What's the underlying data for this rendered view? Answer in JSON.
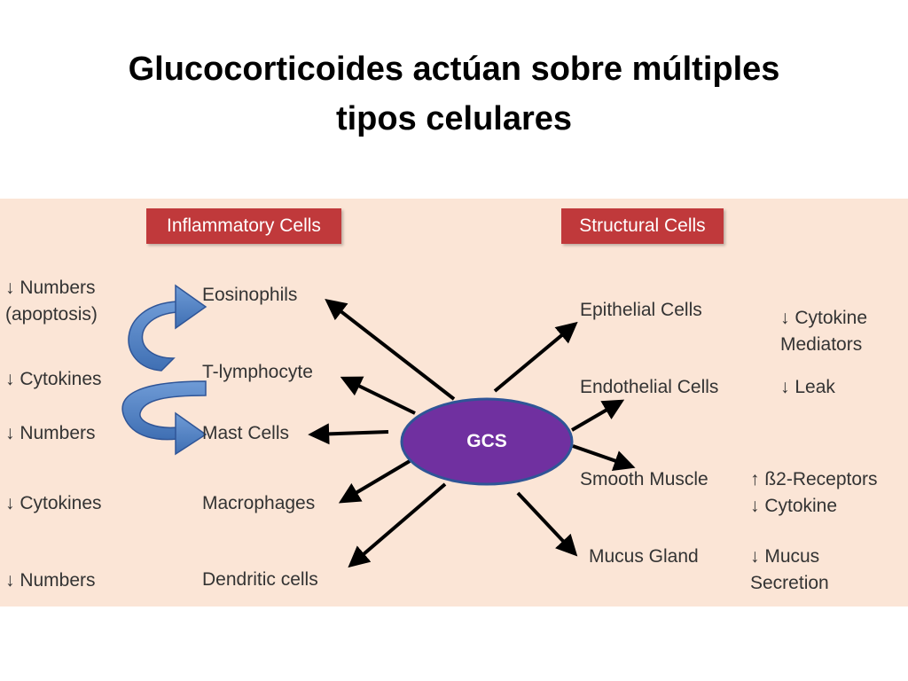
{
  "title": {
    "line1": "Glucocorticoides actúan sobre múltiples",
    "line2": "tipos celulares"
  },
  "headers": {
    "inflammatory": "Inflammatory Cells",
    "structural": "Structural Cells"
  },
  "hub": {
    "label": "GCS"
  },
  "inflammatory_cells": [
    {
      "name": "Eosinophils"
    },
    {
      "name": "T-lymphocyte"
    },
    {
      "name": "Mast Cells"
    },
    {
      "name": "Macrophages"
    },
    {
      "name": "Dendritic cells"
    }
  ],
  "inflammatory_effects": [
    {
      "line1": "↓ Numbers",
      "line2": "(apoptosis)"
    },
    {
      "line1": "↓ Cytokines"
    },
    {
      "line1": "↓ Numbers"
    },
    {
      "line1": "↓ Cytokines"
    },
    {
      "line1": "↓ Numbers"
    }
  ],
  "structural_cells": [
    {
      "name": "Epithelial Cells"
    },
    {
      "name": "Endothelial Cells"
    },
    {
      "name": "Smooth Muscle"
    },
    {
      "name": "Mucus Gland"
    }
  ],
  "structural_effects": [
    {
      "line1": "↓ Cytokine",
      "line2": "Mediators"
    },
    {
      "line1": "↓ Leak"
    },
    {
      "line1": "↑ ß2-Receptors",
      "line2": "↓ Cytokine"
    },
    {
      "line1": "↓ Mucus",
      "line2": "Secretion"
    }
  ],
  "colors": {
    "panel": "#fbe5d6",
    "header": "#c0393b",
    "hub_fill": "#7030a0",
    "hub_stroke": "#2f5597",
    "curved_arrow": "#4a7fc1",
    "arrow": "#000000"
  }
}
